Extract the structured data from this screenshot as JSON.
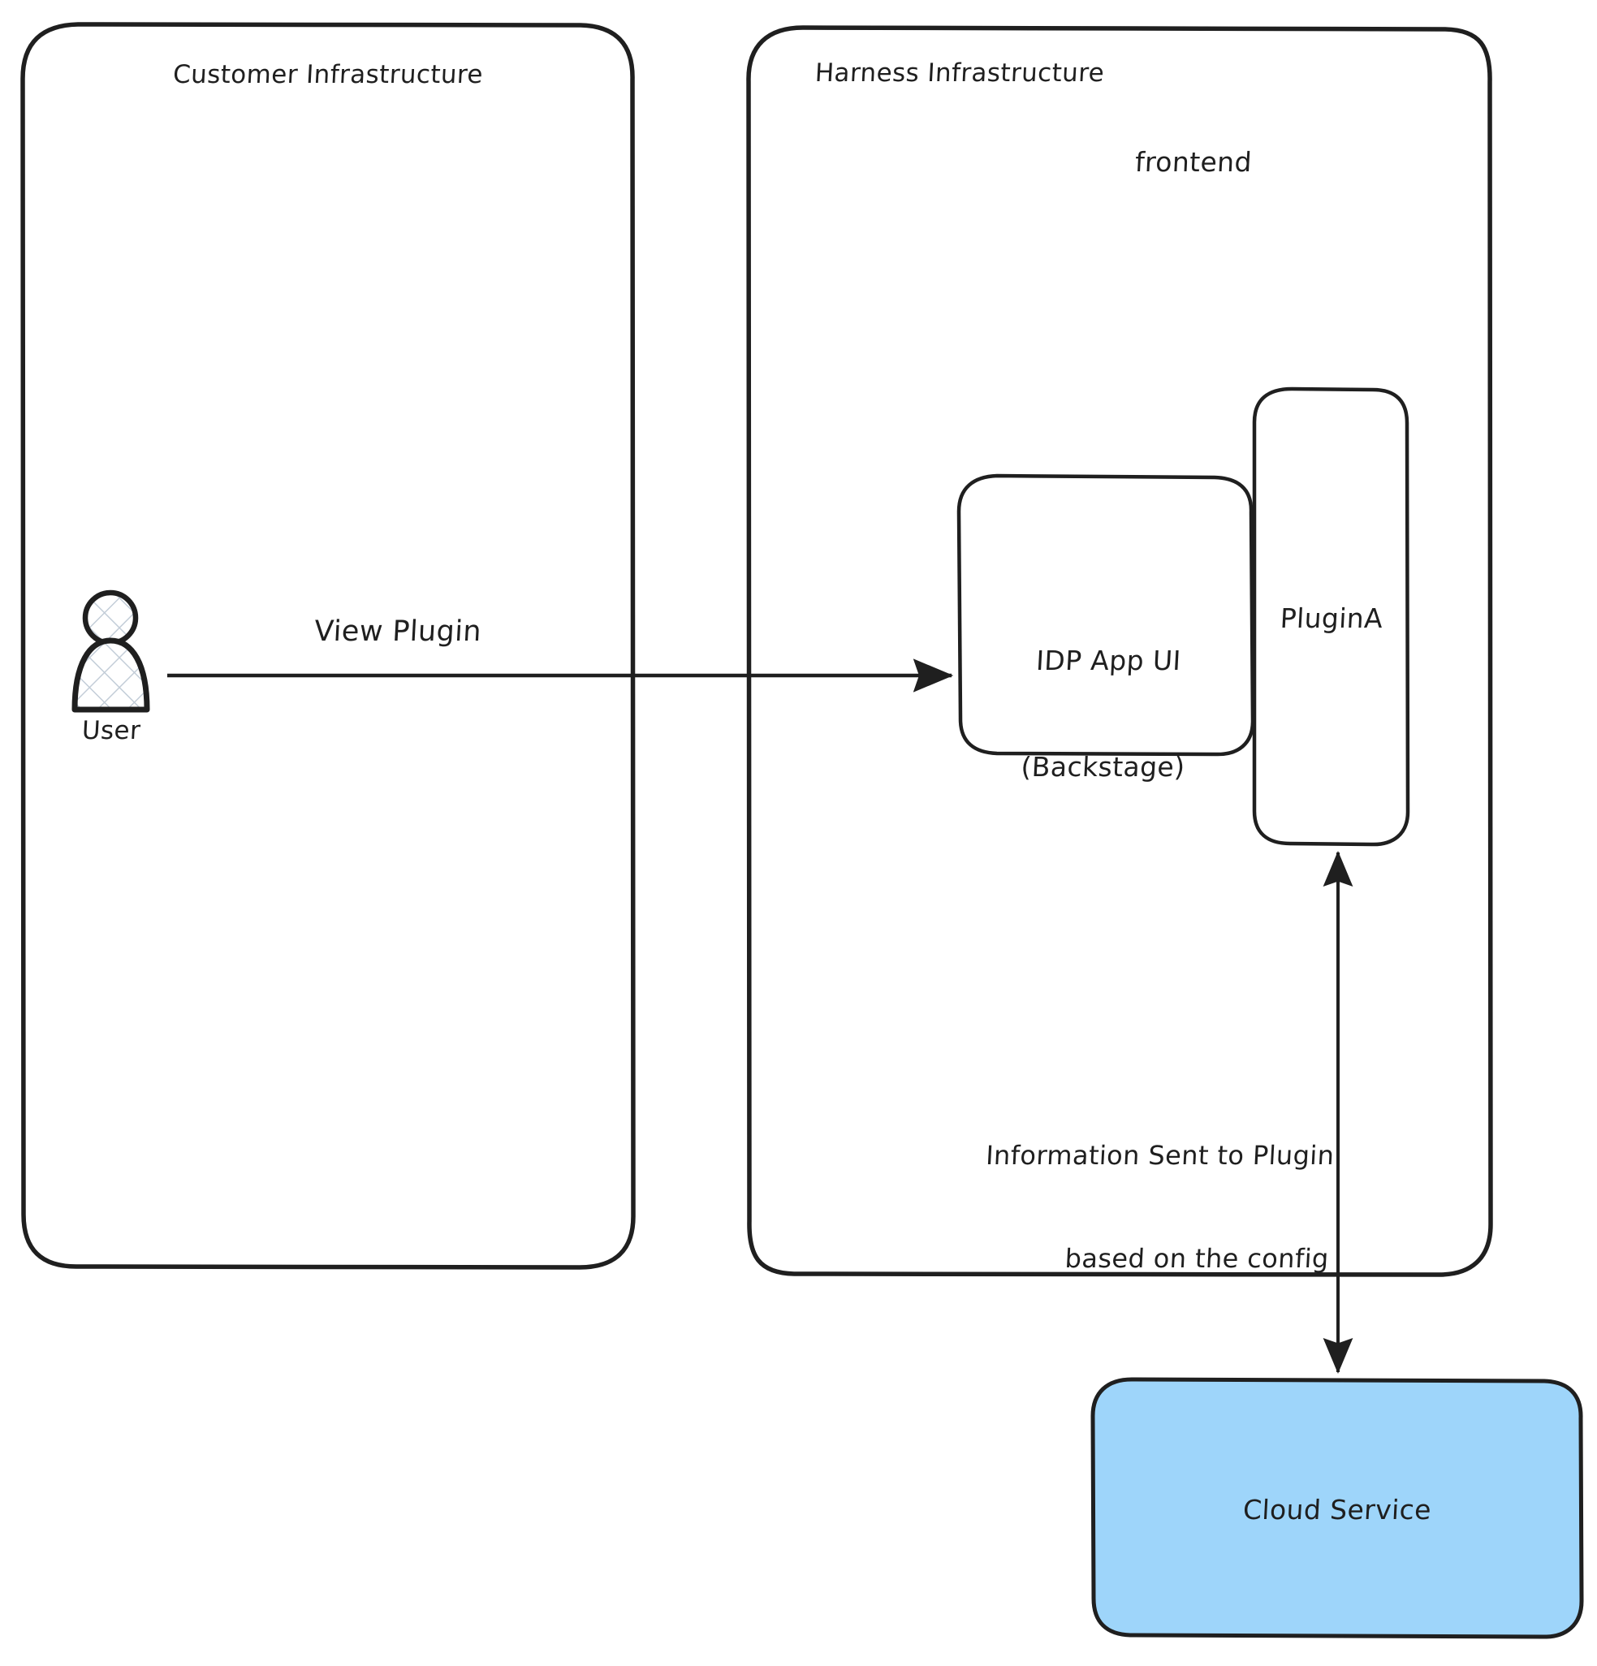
{
  "diagram": {
    "title_customer": "Customer Infrastructure",
    "title_harness": "Harness Infrastructure",
    "label_frontend": "frontend",
    "nodes": {
      "user": "User",
      "idp_app_ui": "IDP App UI\n(Backstage)",
      "idp_app_ui_line1": "IDP App UI",
      "idp_app_ui_line2": "(Backstage)",
      "plugin_a": "PluginA",
      "cloud_service": "Cloud Service"
    },
    "edges": {
      "view_plugin": "View Plugin",
      "info_sent_line1": "Information Sent to Plugin",
      "info_sent_line2": "based on the config"
    },
    "colors": {
      "stroke": "#1f1f1f",
      "background": "#ffffff",
      "cloud_fill": "#9ed5fa",
      "hatch": "#c3cdd8"
    },
    "icons": {
      "user": "user-person-icon",
      "arrow_right": "arrow-right-icon",
      "arrow_bidirectional": "arrow-up-down-icon"
    }
  }
}
